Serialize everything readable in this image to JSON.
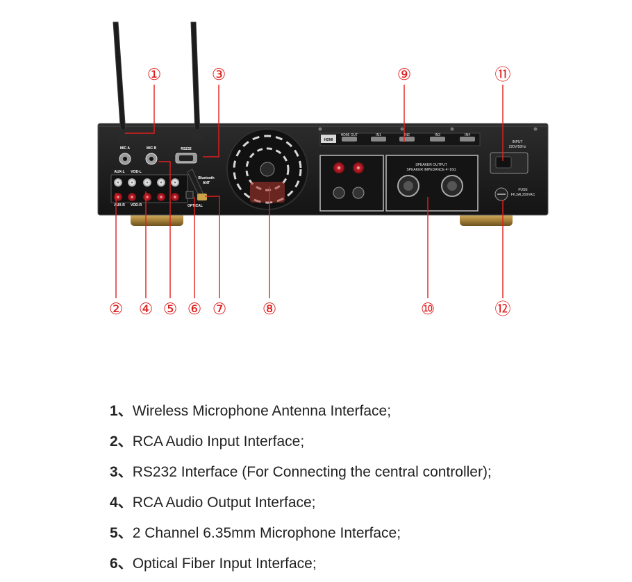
{
  "device": {
    "labels": {
      "mic_a": "MIC A",
      "mic_b": "MIC B",
      "rs232": "RS232",
      "aux_l": "AUX-L",
      "vod_l": "VOD-L",
      "aux_r": "AUX-R",
      "vod_r": "VOD-R",
      "bluetooth": "Bluetooth",
      "ant": "ANT",
      "optical": "OPTICAL",
      "hdmi": "HDMI",
      "hdmi_out": "HDMI OUT",
      "in1": "IN1",
      "in2": "IN2",
      "in3": "IN3",
      "in4": "IN4",
      "speaker_output": "SPEAKER OUTPUT",
      "speaker_impedance": "SPEAKER IMPEDANCE 4~16Ω",
      "input": "INPUT",
      "input_rating": "220V/50Hz",
      "fuse": "FUSE",
      "fuse_rating": "F6.3AL250VAC"
    }
  },
  "callouts": [
    "①",
    "②",
    "③",
    "④",
    "⑤",
    "⑥",
    "⑦",
    "⑧",
    "⑨",
    "⑩",
    "⑪",
    "⑫"
  ],
  "legend": [
    {
      "num": "1、",
      "text": "Wireless Microphone Antenna Interface;"
    },
    {
      "num": "2、",
      "text": "RCA Audio Input Interface;"
    },
    {
      "num": "3、",
      "text": "RS232 Interface (For Connecting the central controller);"
    },
    {
      "num": "4、",
      "text": "RCA Audio Output Interface;"
    },
    {
      "num": "5、",
      "text": "2 Channel 6.35mm Microphone Interface;"
    },
    {
      "num": "6、",
      "text": "Optical Fiber Input Interface;"
    }
  ],
  "colors": {
    "callout": "#e01f1f",
    "chassis": "#1b1b1b",
    "gold_feet": "#b08a3e",
    "rca_red": "#c8202a"
  }
}
